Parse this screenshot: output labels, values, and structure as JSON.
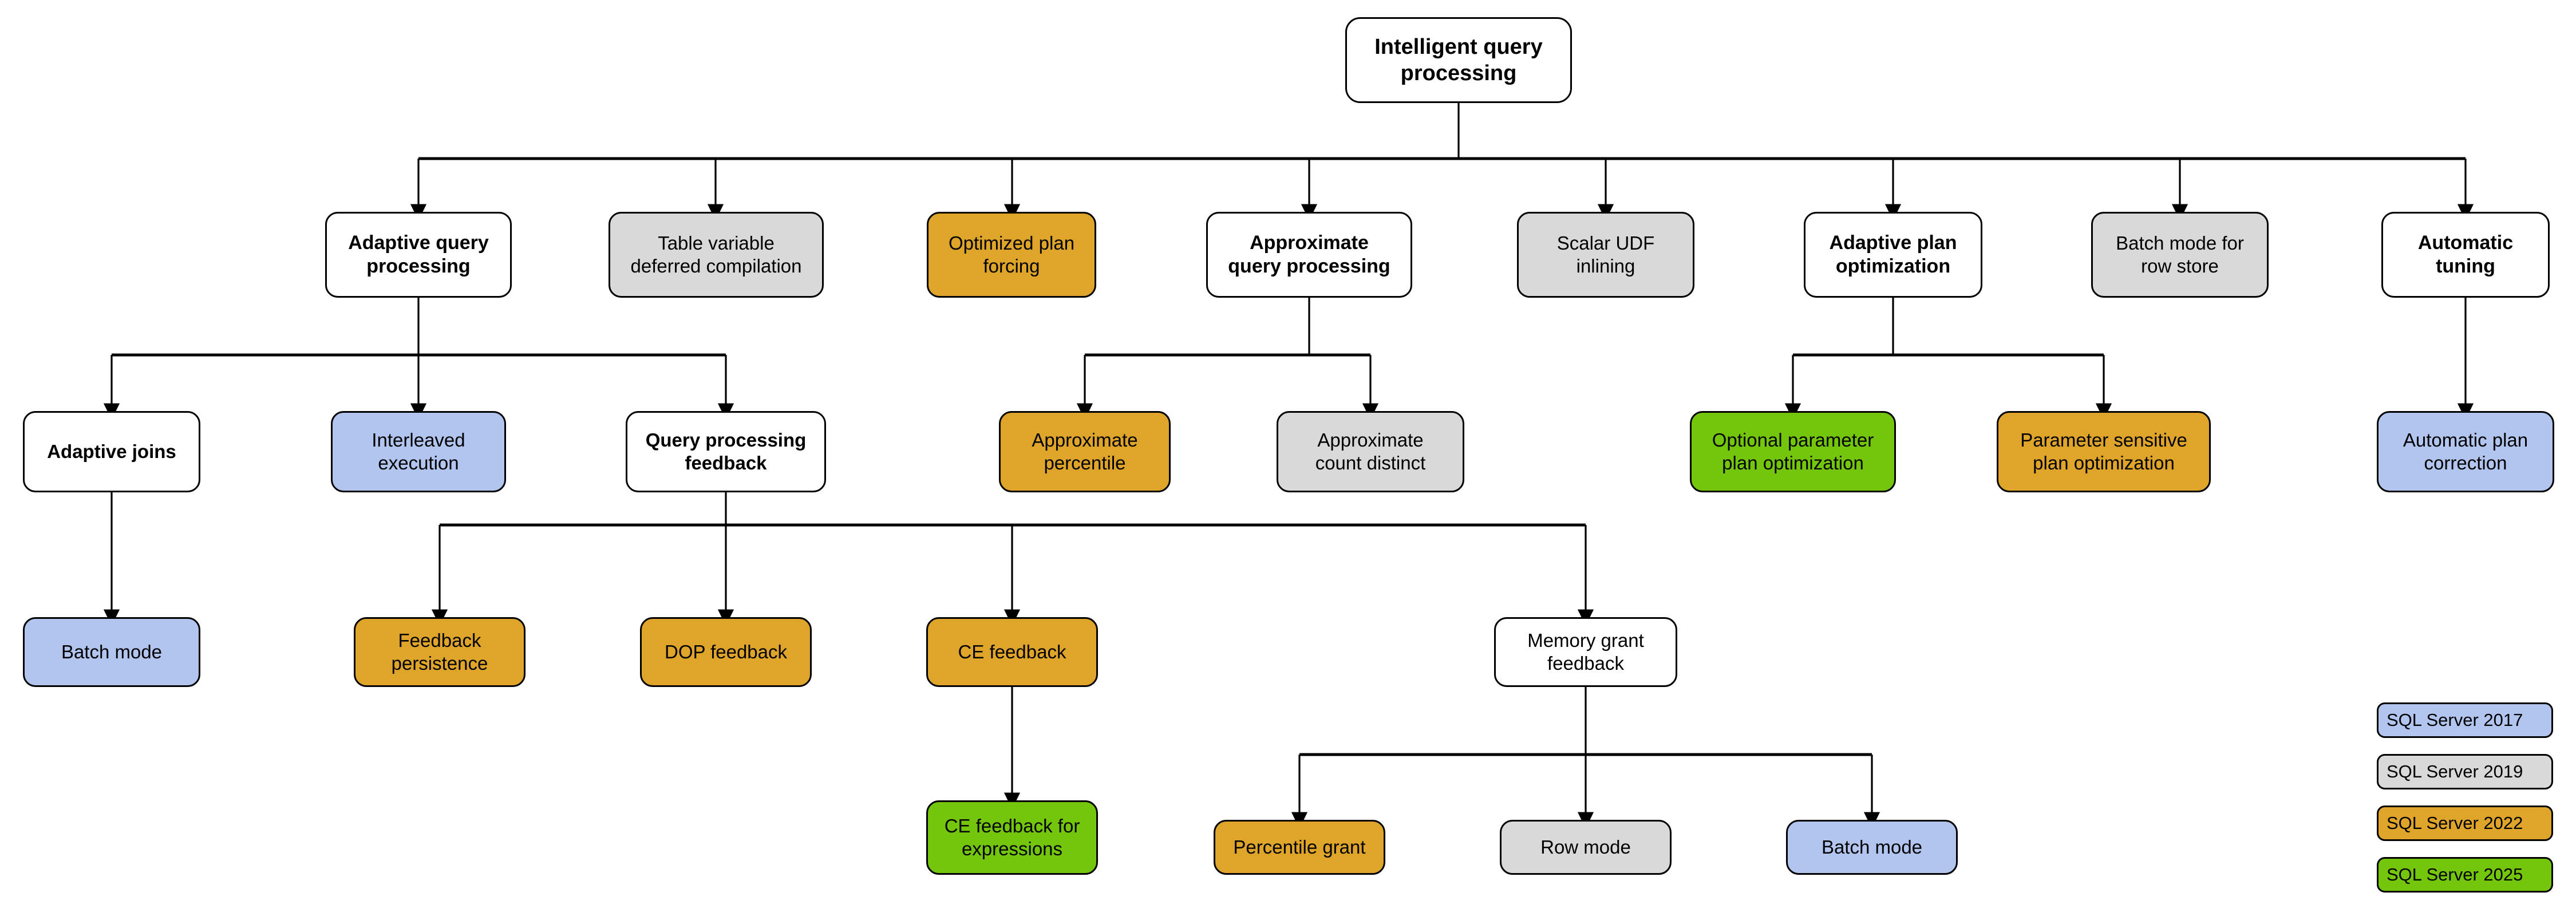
{
  "diagram": {
    "title": "Intelligent query processing",
    "type": "hierarchy-tree"
  },
  "nodes": {
    "root": {
      "label": "Intelligent query\nprocessing",
      "color": "white",
      "version": "base"
    },
    "adaptive_query_processing": {
      "label": "Adaptive query\nprocessing",
      "color": "white",
      "version": "base"
    },
    "table_variable_deferred_compilation": {
      "label": "Table variable\ndeferred compilation",
      "color": "gray",
      "version": "SQL Server 2019"
    },
    "optimized_plan_forcing": {
      "label": "Optimized plan\nforcing",
      "color": "orange",
      "version": "SQL Server 2022"
    },
    "approximate_query_processing": {
      "label": "Approximate\nquery processing",
      "color": "white",
      "version": "base"
    },
    "scalar_udf_inlining": {
      "label": "Scalar UDF\ninlining",
      "color": "gray",
      "version": "SQL Server 2019"
    },
    "adaptive_plan_optimization": {
      "label": "Adaptive plan\noptimization",
      "color": "white",
      "version": "base"
    },
    "batch_mode_for_row_store": {
      "label": "Batch mode for\nrow store",
      "color": "gray",
      "version": "SQL Server 2019"
    },
    "automatic_tuning": {
      "label": "Automatic\ntuning",
      "color": "white",
      "version": "base"
    },
    "adaptive_joins": {
      "label": "Adaptive joins",
      "color": "white",
      "version": "base"
    },
    "interleaved_execution": {
      "label": "Interleaved\nexecution",
      "color": "blue",
      "version": "SQL Server 2017"
    },
    "query_processing_feedback": {
      "label": "Query processing\nfeedback",
      "color": "white",
      "version": "base"
    },
    "approximate_percentile": {
      "label": "Approximate\npercentile",
      "color": "orange",
      "version": "SQL Server 2022"
    },
    "approximate_count_distinct": {
      "label": "Approximate\ncount distinct",
      "color": "gray",
      "version": "SQL Server 2019"
    },
    "optional_parameter_plan_optimization": {
      "label": "Optional parameter\nplan optimization",
      "color": "green",
      "version": "SQL Server 2025"
    },
    "parameter_sensitive_plan_optimization": {
      "label": "Parameter sensitive\nplan optimization",
      "color": "orange",
      "version": "SQL Server 2022"
    },
    "automatic_plan_correction": {
      "label": "Automatic plan\ncorrection",
      "color": "blue",
      "version": "SQL Server 2017"
    },
    "batch_mode": {
      "label": "Batch mode",
      "color": "blue",
      "version": "SQL Server 2017"
    },
    "feedback_persistence": {
      "label": "Feedback\npersistence",
      "color": "orange",
      "version": "SQL Server 2022"
    },
    "dop_feedback": {
      "label": "DOP feedback",
      "color": "orange",
      "version": "SQL Server 2022"
    },
    "ce_feedback": {
      "label": "CE feedback",
      "color": "orange",
      "version": "SQL Server 2022"
    },
    "memory_grant_feedback": {
      "label": "Memory grant\nfeedback",
      "color": "white",
      "version": "base"
    },
    "ce_feedback_for_expressions": {
      "label": "CE feedback for\nexpressions",
      "color": "green",
      "version": "SQL Server 2025"
    },
    "percentile_grant": {
      "label": "Percentile grant",
      "color": "orange",
      "version": "SQL Server 2022"
    },
    "row_mode": {
      "label": "Row mode",
      "color": "gray",
      "version": "SQL Server 2019"
    },
    "batch_mode_mgf": {
      "label": "Batch mode",
      "color": "blue",
      "version": "SQL Server 2017"
    }
  },
  "legend": {
    "items": [
      {
        "label": "SQL Server 2017",
        "color": "blue"
      },
      {
        "label": "SQL Server 2019",
        "color": "gray"
      },
      {
        "label": "SQL Server 2022",
        "color": "orange"
      },
      {
        "label": "SQL Server 2025",
        "color": "green"
      }
    ]
  },
  "colors": {
    "blue": "#b1c5ef",
    "gray": "#d9d9d9",
    "orange": "#dfa52a",
    "green": "#74c60c",
    "white": "#ffffff",
    "stroke": "#000000"
  }
}
